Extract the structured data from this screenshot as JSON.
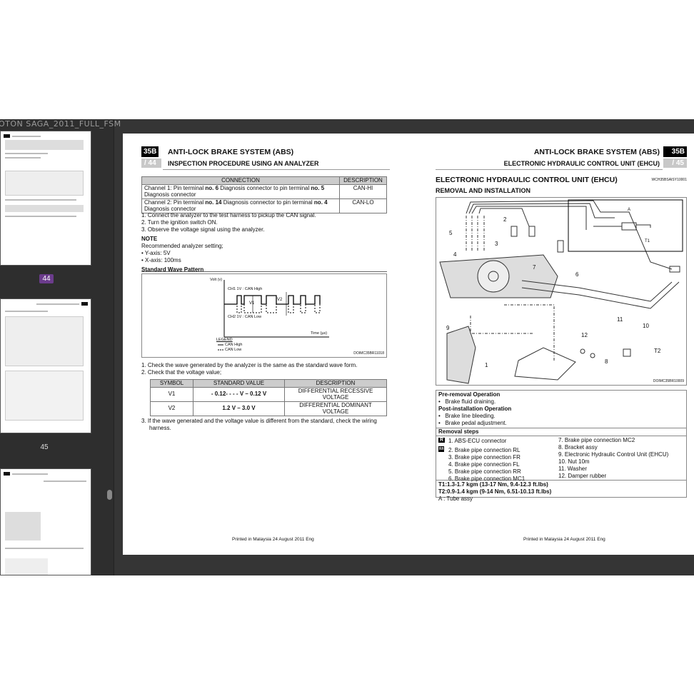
{
  "sidebar": {
    "doc_title": "OTON SAGA_2011_FULL_FSM",
    "pages": [
      {
        "label": "44",
        "selected": true
      },
      {
        "label": "45",
        "selected": false
      }
    ]
  },
  "left_page": {
    "section_tag": "35B",
    "page_tag": "/ 44",
    "title": "ANTI-LOCK BRAKE SYSTEM (ABS)",
    "subtitle": "INSPECTION PROCEDURE USING AN ANALYZER",
    "conn_table": {
      "headers": [
        "CONNECTION",
        "DESCRIPTION"
      ],
      "rows": [
        {
          "c1": "Channel 1: Pin terminal ",
          "b1": "no. 6",
          "c2": " Diagnosis connector to pin terminal ",
          "b2": "no. 5",
          "c3": " Diagnosis connector",
          "desc": "CAN-HI"
        },
        {
          "c1": "Channel 2: Pin terminal ",
          "b1": "no. 14",
          "c2": " Diagnosis connector to pin terminal ",
          "b2": "no. 4",
          "c3": " Diagnosis connector",
          "desc": "CAN-LO"
        }
      ]
    },
    "steps1": [
      "1.  Connect the analyzer to the test harness to pickup the CAN signal.",
      "2.  Turn the ignition switch ON.",
      "3.  Observe the voltage signal using the analyzer."
    ],
    "note_title": "NOTE",
    "note_text": "Recommended analyzer setting;",
    "note_items": [
      "• Y-axis: 5V",
      "• X-axis: 100ms"
    ],
    "wave_title": "Standard Wave Pattern",
    "wave": {
      "y_label": "Volt (v)",
      "x_label": "Time (µs)",
      "ch1": "CH1 1V : CAN High",
      "ch2": "CH2 1V : CAN Low",
      "v1": "V1",
      "v2": "V2",
      "legend_title": "LEGEND",
      "legend": [
        "CAN High",
        "CAN Low"
      ],
      "code": "DOIMC35BR11018"
    },
    "steps2": [
      "1.  Check the wave generated by the analyzer is the same as the standard wave form.",
      "2.  Check that the voltage value;"
    ],
    "volt_table": {
      "headers": [
        "SYMBOL",
        "STANDARD VALUE",
        "DESCRIPTION"
      ],
      "rows": [
        [
          "V1",
          "- 0.12- - - - V – 0.12 V",
          "DIFFERENTIAL RECESSIVE VOLTAGE"
        ],
        [
          "V2",
          "1.2 V – 3.0 V",
          "DIFFERENTIAL DOMINANT VOLTAGE"
        ]
      ]
    },
    "step3": "3.  If the wave generated and the voltage value is different from the standard, check the wiring",
    "step3b": "harness.",
    "footer": "Printed in Malaysia 24 August 2011 Eng"
  },
  "right_page": {
    "section_tag": "35B",
    "page_tag": "/ 45",
    "title": "ANTI-LOCK BRAKE SYSTEM (ABS)",
    "subtitle": "ELECTRONIC HYDRAULIC CONTROL UNIT (EHCU)",
    "section_title": "ELECTRONIC HYDRAULIC CONTROL UNIT (EHCU)",
    "section_code": "WCH35BSAISY10001",
    "section_sub": "REMOVAL AND INSTALLATION",
    "diagram": {
      "labels": [
        "1",
        "2",
        "3",
        "4",
        "5",
        "6",
        "7",
        "8",
        "9",
        "10",
        "11",
        "12",
        "T2",
        "A",
        "T1"
      ],
      "code": "DOIMC35BR10009"
    },
    "pre_title": "Pre-removal Operation",
    "pre_items": [
      "Brake fluid draining."
    ],
    "post_title": "Post-installation Operation",
    "post_items": [
      "Brake line bleeding.",
      "Brake pedal adjustment."
    ],
    "steps_title": "Removal steps",
    "steps_left": [
      "1.  ABS-ECU connector",
      "2.  Brake pipe connection RL",
      "3.  Brake pipe connection FR",
      "4.  Brake pipe connection FL",
      "5.  Brake pipe connection RR",
      "6.  Brake pipe connection MC1"
    ],
    "steps_right": [
      "7.  Brake pipe connection MC2",
      "8.  Bracket assy",
      "9.  Electronic Hydraulic Control Unit (EHCU)",
      "10. Nut 10m",
      "11. Washer",
      "12. Damper rubber"
    ],
    "badge_r": "R",
    "badge_ri": "R/I",
    "torque": [
      "T1:1.3-1.7 kgm (13-17 Nm, 9.4-12.3 ft.lbs)",
      "T2:0.9-1.4 kgm (9-14 Nm, 6.51-10.13 ft.lbs)"
    ],
    "tube": "A : Tube assy",
    "footer": "Printed in Malaysia 24 August 2011 Eng"
  }
}
